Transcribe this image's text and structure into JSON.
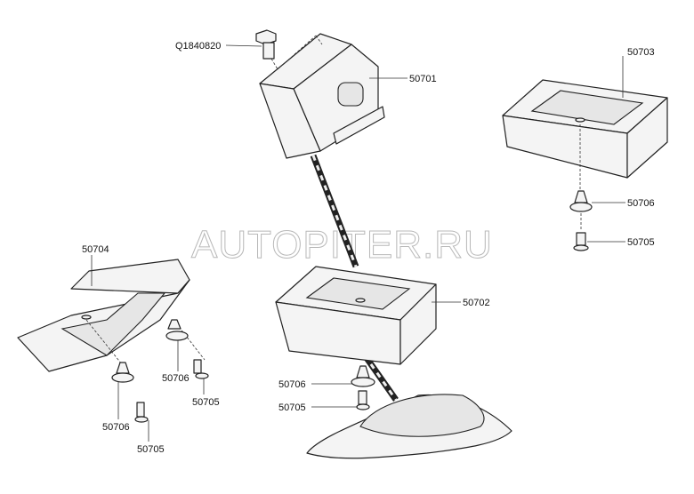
{
  "watermark": "AUTOPITER.RU",
  "labels": {
    "bolt": "Q1840820",
    "bracket": "50701",
    "block_right": "50703",
    "clip_right": "50706",
    "screw_right": "50705",
    "cover_left": "50704",
    "clip_left_a": "50706",
    "screw_left_a": "50705",
    "clip_left_b": "50706",
    "screw_left_b": "50705",
    "block_center": "50702",
    "clip_center": "50706",
    "screw_center": "50705"
  }
}
